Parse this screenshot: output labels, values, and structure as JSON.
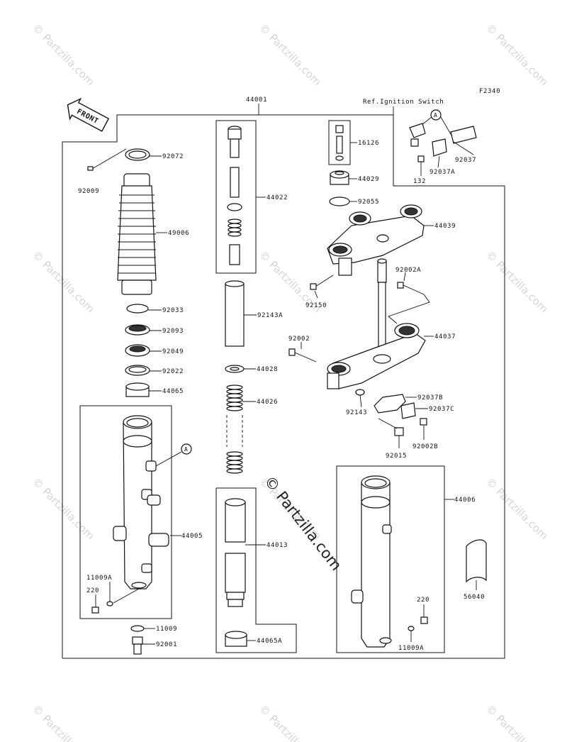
{
  "watermark": "© Partzilla.com",
  "diagram_code": "F2340",
  "front_label": "FRONT",
  "ref_note": "Ref.Ignition Switch",
  "big_watermark": "© Partzilla.com",
  "callout": "A",
  "parts": {
    "p44001": "44001",
    "p92072": "92072",
    "p92009": "92009",
    "p49006": "49006",
    "p92033": "92033",
    "p92093": "92093",
    "p92049": "92049",
    "p92022": "92022",
    "p44065": "44065",
    "p44005": "44005",
    "p11009A_l": "11009A",
    "p220_l": "220",
    "p11009": "11009",
    "p92001": "92001",
    "p44022": "44022",
    "p92143A": "92143A",
    "p44028": "44028",
    "p44026": "44026",
    "p44013": "44013",
    "p44065A": "44065A",
    "p16126": "16126",
    "p44029": "44029",
    "p92055": "92055",
    "p44039": "44039",
    "p92002A": "92002A",
    "p92150": "92150",
    "p44037": "44037",
    "p92002": "92002",
    "p92037B": "92037B",
    "p92143": "92143",
    "p92037C": "92037C",
    "p92015": "92015",
    "p92002B": "92002B",
    "p92037": "92037",
    "p92037A": "92037A",
    "p132": "132",
    "p44006": "44006",
    "p56040": "56040",
    "p220_r": "220",
    "p11009A_r": "11009A"
  }
}
